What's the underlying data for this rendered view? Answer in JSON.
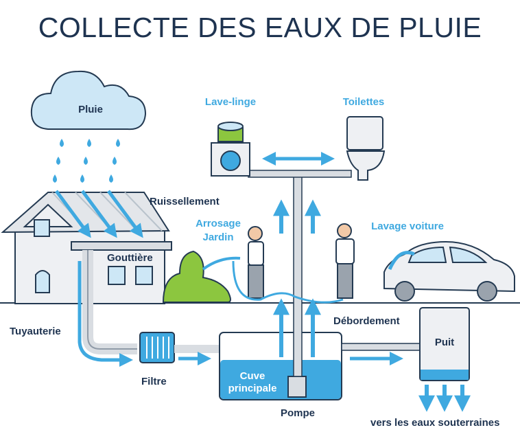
{
  "title": "COLLECTE DES EAUX DE PLUIE",
  "labels": {
    "pluie": "Pluie",
    "lave_linge": "Lave-linge",
    "toilettes": "Toilettes",
    "ruissellement": "Ruissellement",
    "arrosage_1": "Arrosage",
    "arrosage_2": "Jardin",
    "lavage_voiture": "Lavage voiture",
    "gouttiere": "Gouttière",
    "tuyauterie": "Tuyauterie",
    "debordement": "Débordement",
    "puit": "Puit",
    "filtre": "Filtre",
    "cuve_1": "Cuve",
    "cuve_2": "principale",
    "pompe": "Pompe",
    "souterraines": "vers les eaux souterraines"
  },
  "colors": {
    "navy": "#1e3350",
    "water": "#3fa9e0",
    "light_blue": "#cde7f6",
    "pipe": "#d9dde2",
    "outline": "#243a52",
    "green": "#8cc63f",
    "house": "#eef0f3"
  }
}
